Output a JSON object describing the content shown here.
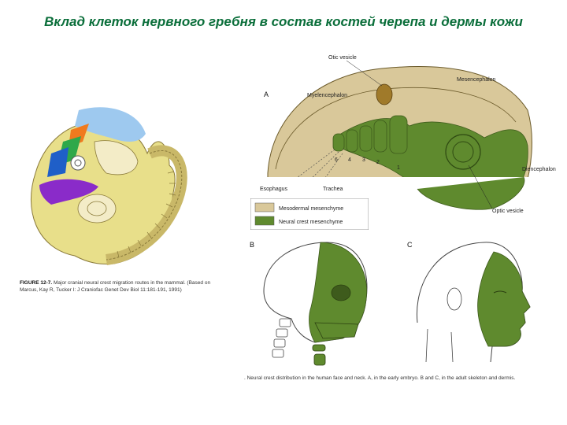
{
  "title": "Вклад клеток нервного гребня в состав костей черепа и дермы кожи",
  "figure_left": {
    "caption_label": "FIGURE 12-7.",
    "caption_text": "Major cranial neural crest migration routes in the mammal. (Based on Marcus, Kay R, Tucker I: J Craniofac Genet Dev Biol 11:181-191, 1991)"
  },
  "figure_right": {
    "panel_a_letter": "A",
    "panel_b_letter": "B",
    "panel_c_letter": "C",
    "labels": {
      "otic_vesicle": "Otic vesicle",
      "mesencephalon": "Mesencephalon",
      "myelencephalon": "Myelencephalon",
      "diencephalon": "Diencephalon",
      "optic_vesicle": "Optic vesicle",
      "esophagus": "Esophagus",
      "trachea": "Trachea",
      "arch_6": "6",
      "arch_4": "4",
      "arch_3": "3",
      "arch_2": "2",
      "arch_1": "1"
    },
    "legend": [
      {
        "label": "Mesodermal mesenchyme",
        "color": "#d9c89a"
      },
      {
        "label": "Neural crest mesenchyme",
        "color": "#5f8a2e"
      }
    ],
    "caption": ". Neural crest distribution in the human face and neck. A, in the early embryo. B and C, in the adult skeleton and dermis."
  },
  "colors": {
    "title": "#0a6e3a",
    "mesoderm": "#d9c89a",
    "neural_crest": "#5f8a2e",
    "embryo_body": "#e8df8a",
    "route_blue": "#9ec9ef",
    "route_orange": "#f07a1e",
    "route_green": "#2fa84a",
    "route_darkblue": "#1f5fc8",
    "route_purple": "#8a2bc9"
  }
}
